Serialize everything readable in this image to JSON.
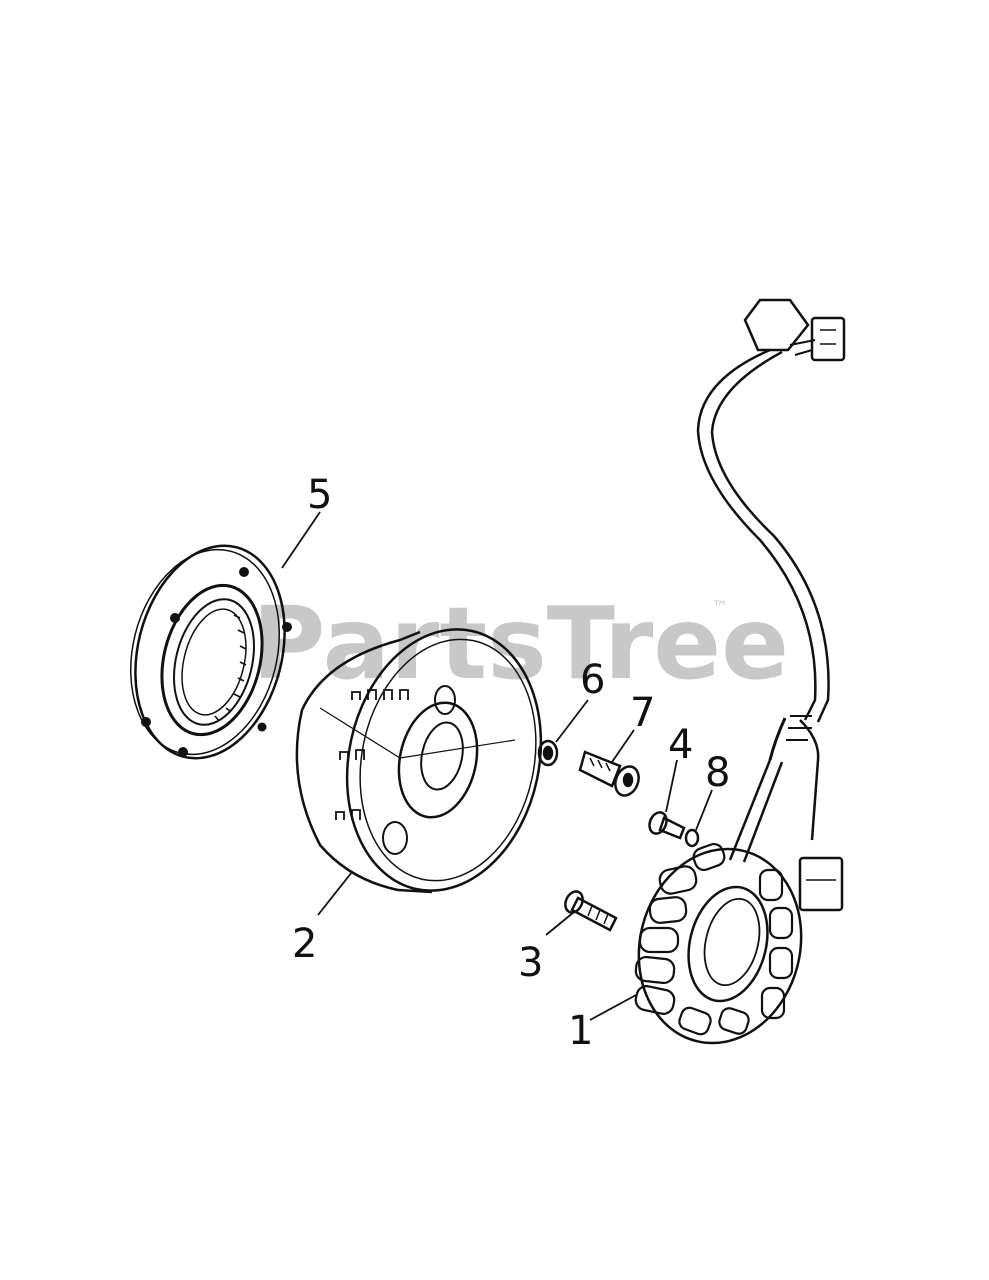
{
  "watermark": {
    "text": "PartsTree",
    "tm": "™"
  },
  "callouts": [
    {
      "id": "5",
      "label": "5"
    },
    {
      "id": "6",
      "label": "6"
    },
    {
      "id": "7",
      "label": "7"
    },
    {
      "id": "4",
      "label": "4"
    },
    {
      "id": "8",
      "label": "8"
    },
    {
      "id": "2",
      "label": "2"
    },
    {
      "id": "3",
      "label": "3"
    },
    {
      "id": "1",
      "label": "1"
    }
  ],
  "colors": {
    "ink": "#111111",
    "watermark": "#c8c8c8",
    "background": "#ffffff"
  }
}
